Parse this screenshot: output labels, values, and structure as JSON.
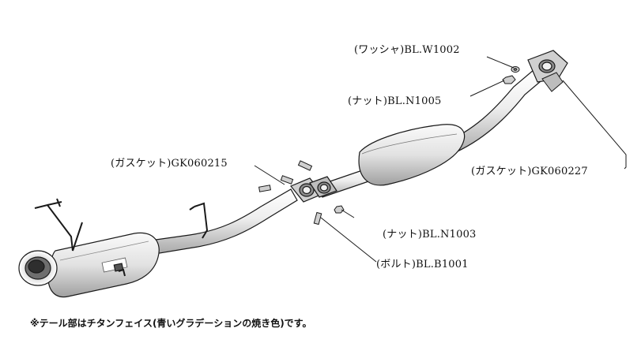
{
  "parts": [
    {
      "id": "washer",
      "label": "(ワッシャ)BL.W1002"
    },
    {
      "id": "nut-upper",
      "label": "(ナット)BL.N1005"
    },
    {
      "id": "gasket-rear",
      "label": "(ガスケット)GK060227"
    },
    {
      "id": "gasket-mid",
      "label": "(ガスケット)GK060215"
    },
    {
      "id": "nut-lower",
      "label": "(ナット)BL.N1003"
    },
    {
      "id": "bolt",
      "label": "(ボルト)BL.B1001"
    }
  ],
  "note": "※テール部はチタンフェイス(青いグラデーションの焼き色)です。",
  "colors": {
    "line": "#1a1a1a",
    "metal_light": "#f4f4f4",
    "metal_mid": "#d6d6d6",
    "metal_dark": "#9a9a9a"
  }
}
